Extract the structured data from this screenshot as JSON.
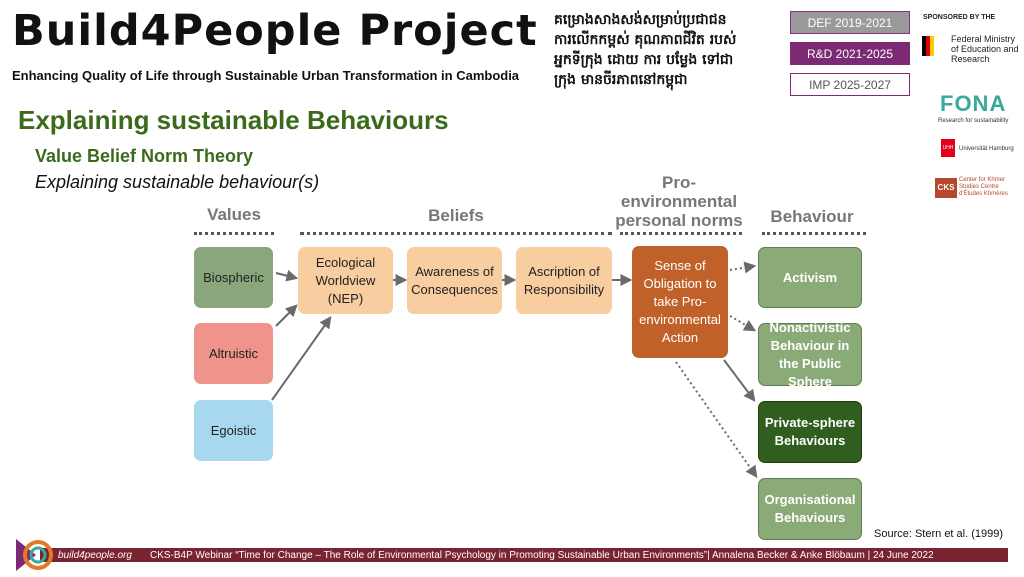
{
  "header": {
    "title": "Build4People Project",
    "subtitle": "Enhancing Quality of Life through Sustainable Urban Transformation in Cambodia",
    "khmer_line1": "គម្រោងសាងសង់សម្រាប់ប្រជាជន",
    "khmer_line2": "ការលើកកម្ពស់ គុណភាពជីវិត របស់",
    "khmer_line3": "អ្នកទីក្រុង ដោយ ការ បម្លែង ទៅជា",
    "khmer_line4": "ក្រុង មានចីរភាពនៅកម្ពុជា",
    "phases": [
      "DEF 2019-2021",
      "R&D 2021-2025",
      "IMP 2025-2027"
    ]
  },
  "sponsors": {
    "label": "SPONSORED BY THE",
    "bmbf": "Federal Ministry of Education and Research",
    "fona": "FONA",
    "fona_sub": "Research for sustainability",
    "uhh": "Universität Hamburg",
    "cks_logo": "CKS",
    "cks": "Center for Khmer Studies Centre d'Études Khmères"
  },
  "slide": {
    "heading": "Explaining sustainable Behaviours",
    "theory": "Value Belief Norm Theory",
    "subheading": "Explaining sustainable behaviour(s)"
  },
  "diagram": {
    "columns": {
      "values": "Values",
      "beliefs": "Beliefs",
      "norms": "Pro-environmental personal norms",
      "behaviour": "Behaviour"
    },
    "values": [
      "Biospheric",
      "Altruistic",
      "Egoistic"
    ],
    "beliefs": [
      "Ecological Worldview (NEP)",
      "Awareness of Consequences",
      "Ascription of Responsibility"
    ],
    "norm": "Sense of Obligation to take Pro-environmental Action",
    "behaviours": [
      "Activism",
      "Nonactivistic Behaviour in the Public Sphere",
      "Private-sphere Behaviours",
      "Organisational Behaviours"
    ]
  },
  "source": "Source: Stern et al. (1999)",
  "footer": {
    "site": "build4people.org",
    "text": "CKS-B4P Webinar “Time for Change – The Role of Environmental Psychology in Promoting Sustainable Urban Environments”| Annalena Becker & Anke Blöbaum | 24 June 2022"
  }
}
